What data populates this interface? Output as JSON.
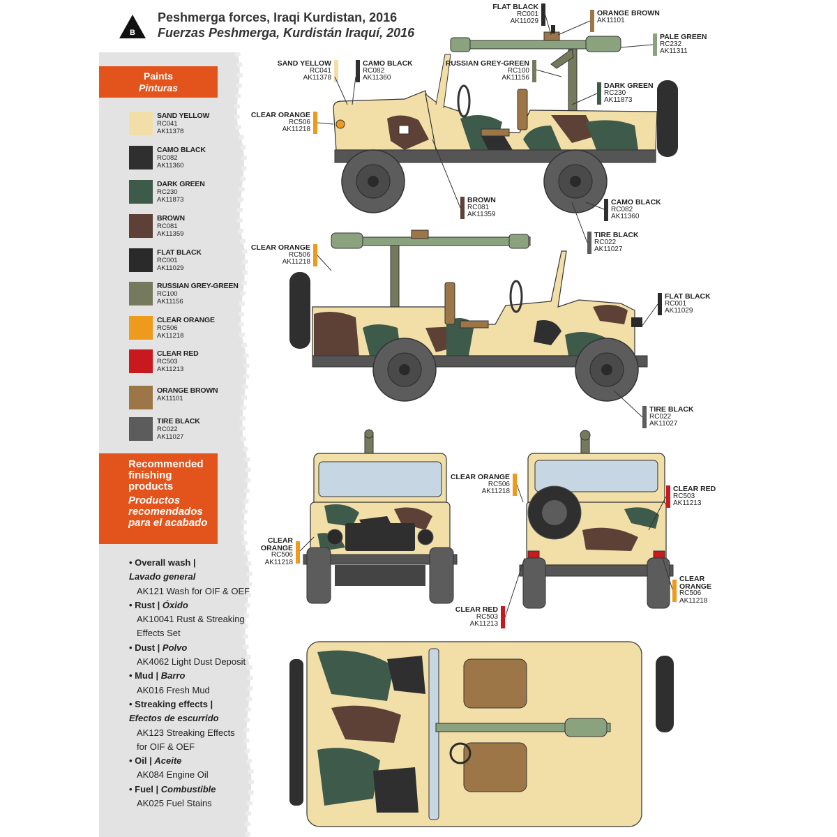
{
  "header": {
    "badge": "B",
    "title_en": "Peshmerga forces, Iraqi Kurdistan, 2016",
    "title_es": "Fuerzas Peshmerga, Kurdistán Iraquí, 2016"
  },
  "paints": {
    "title_en": "Paints",
    "title_es": "Pinturas",
    "items": [
      {
        "name": "SAND YELLOW",
        "code1": "RC041",
        "code2": "AK11378",
        "color": "#f2dfa8"
      },
      {
        "name": "CAMO BLACK",
        "code1": "RC082",
        "code2": "AK11360",
        "color": "#2f2f2f"
      },
      {
        "name": "DARK GREEN",
        "code1": "RC230",
        "code2": "AK11873",
        "color": "#3e5a4a"
      },
      {
        "name": "BROWN",
        "code1": "RC081",
        "code2": "AK11359",
        "color": "#5e4136"
      },
      {
        "name": "FLAT BLACK",
        "code1": "RC001",
        "code2": "AK11029",
        "color": "#2a2a2a"
      },
      {
        "name": "RUSSIAN GREY-GREEN",
        "code1": "RC100",
        "code2": "AK11156",
        "color": "#767a5c"
      },
      {
        "name": "CLEAR ORANGE",
        "code1": "RC506",
        "code2": "AK11218",
        "color": "#ee9a1c"
      },
      {
        "name": "CLEAR RED",
        "code1": "RC503",
        "code2": "AK11213",
        "color": "#c8191f"
      },
      {
        "name": "ORANGE BROWN",
        "code1": "AK11101",
        "code2": "",
        "color": "#9d7647"
      },
      {
        "name": "TIRE BLACK",
        "code1": "RC022",
        "code2": "AK11027",
        "color": "#5c5c5c"
      }
    ]
  },
  "finishing": {
    "title_en_1": "Recommended",
    "title_en_2": "finishing",
    "title_en_3": "products",
    "title_es_1": "Productos",
    "title_es_2": "recomendados",
    "title_es_3": "para el acabado",
    "items": [
      {
        "h": "• Overall wash |",
        "it": "Lavado general",
        "d1": "AK121 Wash for OIF & OEF",
        "d2": ""
      },
      {
        "h": "• Rust | ",
        "hi": "Óxido",
        "d1": "AK10041 Rust & Streaking",
        "d2": "Effects Set"
      },
      {
        "h": "• Dust | ",
        "hi": "Polvo",
        "d1": "AK4062 Light Dust Deposit",
        "d2": ""
      },
      {
        "h": "• Mud | ",
        "hi": "Barro",
        "d1": "AK016 Fresh Mud",
        "d2": ""
      },
      {
        "h": "• Streaking effects |",
        "it": "Efectos de escurrido",
        "d1": "AK123 Streaking Effects",
        "d2": "for OIF & OEF"
      },
      {
        "h": "• Oil | ",
        "hi": "Aceite",
        "d1": "AK084 Engine Oil",
        "d2": ""
      },
      {
        "h": "• Fuel | ",
        "hi": "Combustible",
        "d1": "AK025 Fuel Stains",
        "d2": ""
      }
    ]
  },
  "callouts": {
    "c1": {
      "l1": "FLAT BLACK",
      "l2": "RC001",
      "l3": "AK11029",
      "color": "#2a2a2a"
    },
    "c2": {
      "l1": "ORANGE BROWN",
      "l2": "AK11101",
      "l3": "",
      "color": "#9d7647"
    },
    "c3": {
      "l1": "PALE GREEN",
      "l2": "RC232",
      "l3": "AK11311",
      "color": "#8aa27e"
    },
    "c4": {
      "l1": "SAND YELLOW",
      "l2": "RC041",
      "l3": "AK11378",
      "color": "#f2dfa8"
    },
    "c5": {
      "l1": "CAMO BLACK",
      "l2": "RC082",
      "l3": "AK11360",
      "color": "#2f2f2f"
    },
    "c6": {
      "l1": "RUSSIAN GREY-GREEN",
      "l2": "RC100",
      "l3": "AK11156",
      "color": "#767a5c"
    },
    "c7": {
      "l1": "DARK GREEN",
      "l2": "RC230",
      "l3": "AK11873",
      "color": "#3e5a4a"
    },
    "c8": {
      "l1": "CLEAR ORANGE",
      "l2": "RC506",
      "l3": "AK11218",
      "color": "#ee9a1c"
    },
    "c9": {
      "l1": "BROWN",
      "l2": "RC081",
      "l3": "AK11359",
      "color": "#5e4136"
    },
    "c10": {
      "l1": "CAMO BLACK",
      "l2": "RC082",
      "l3": "AK11360",
      "color": "#2f2f2f"
    },
    "c11": {
      "l1": "TIRE BLACK",
      "l2": "RC022",
      "l3": "AK11027",
      "color": "#5c5c5c"
    },
    "c12": {
      "l1": "CLEAR ORANGE",
      "l2": "RC506",
      "l3": "AK11218",
      "color": "#ee9a1c"
    },
    "c13": {
      "l1": "FLAT BLACK",
      "l2": "RC001",
      "l3": "AK11029",
      "color": "#2a2a2a"
    },
    "c14": {
      "l1": "TIRE BLACK",
      "l2": "RC022",
      "l3": "AK11027",
      "color": "#5c5c5c"
    },
    "c15": {
      "l1": "CLEAR",
      "l1b": "ORANGE",
      "l2": "RC506",
      "l3": "AK11218",
      "color": "#ee9a1c"
    },
    "c16": {
      "l1": "CLEAR ORANGE",
      "l2": "RC506",
      "l3": "AK11218",
      "color": "#ee9a1c"
    },
    "c17": {
      "l1": "CLEAR RED",
      "l2": "RC503",
      "l3": "AK11213",
      "color": "#c8191f"
    },
    "c18": {
      "l1": "CLEAR",
      "l1b": "ORANGE",
      "l2": "RC506",
      "l3": "AK11218",
      "color": "#ee9a1c"
    },
    "c19": {
      "l1": "CLEAR RED",
      "l2": "RC503",
      "l3": "AK11213",
      "color": "#c8191f"
    }
  }
}
